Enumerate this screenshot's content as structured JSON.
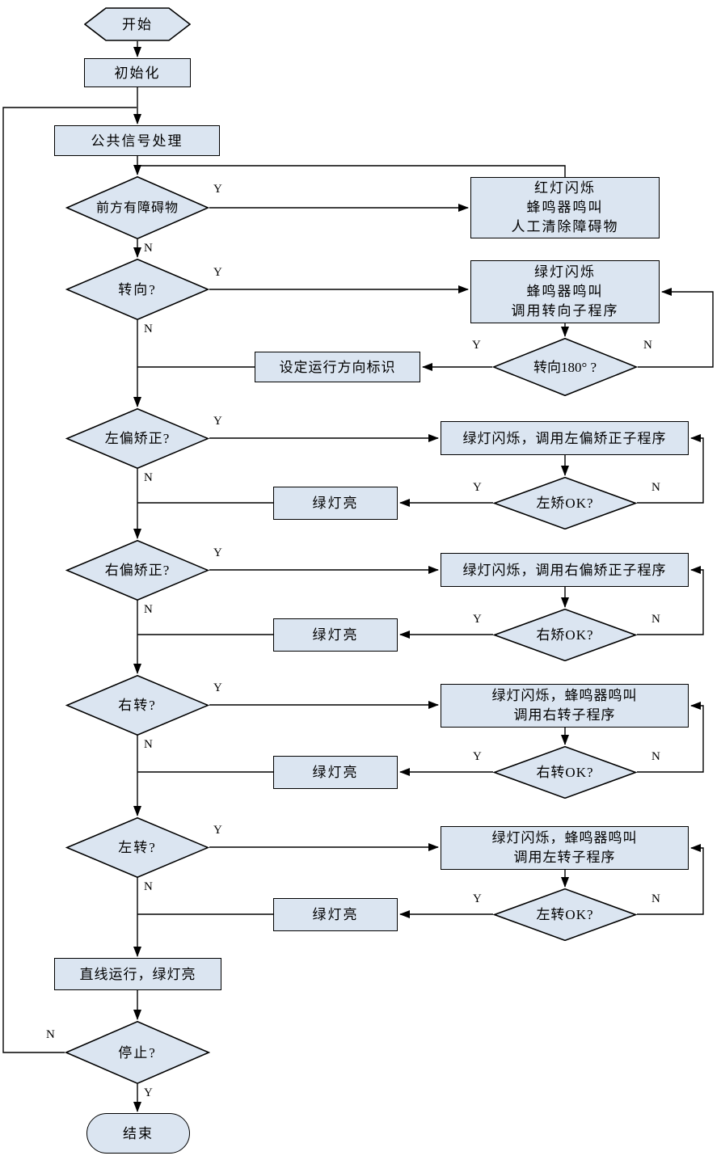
{
  "diagram_title": "robot-run-control-flowchart",
  "colors": {
    "node_fill": "#dbe5f1",
    "node_stroke": "#000000",
    "connector": "#000000",
    "text": "#000000",
    "background": "#ffffff"
  },
  "labels": {
    "yes": "Y",
    "no": "N"
  },
  "nodes": {
    "start": {
      "type": "terminator-hexagon",
      "label": "开始"
    },
    "init": {
      "type": "process",
      "label": "初始化"
    },
    "common_signal": {
      "type": "process",
      "label": "公共信号处理"
    },
    "obstacle_check": {
      "type": "decision",
      "label": "前方有障碍物"
    },
    "obstacle_action": {
      "type": "process",
      "label": "红灯闪烁\n蜂鸣器鸣叫\n人工清除障碍物"
    },
    "turn_check": {
      "type": "decision",
      "label": "转向?"
    },
    "turn_action": {
      "type": "process",
      "label": "绿灯闪烁\n蜂鸣器鸣叫\n调用转向子程序"
    },
    "turn180_check": {
      "type": "decision",
      "label": "转向180° ?"
    },
    "set_direction": {
      "type": "process",
      "label": "设定运行方向标识"
    },
    "left_dev_check": {
      "type": "decision",
      "label": "左偏矫正?"
    },
    "left_dev_action": {
      "type": "process",
      "label": "绿灯闪烁，调用左偏矫正子程序"
    },
    "left_dev_ok": {
      "type": "decision",
      "label": "左矫OK?"
    },
    "green_on_1": {
      "type": "process",
      "label": "绿灯亮"
    },
    "right_dev_check": {
      "type": "decision",
      "label": "右偏矫正?"
    },
    "right_dev_action": {
      "type": "process",
      "label": "绿灯闪烁，调用右偏矫正子程序"
    },
    "right_dev_ok": {
      "type": "decision",
      "label": "右矫OK?"
    },
    "green_on_2": {
      "type": "process",
      "label": "绿灯亮"
    },
    "right_turn_check": {
      "type": "decision",
      "label": "右转?"
    },
    "right_turn_action": {
      "type": "process",
      "label": "绿灯闪烁，蜂鸣器鸣叫\n调用右转子程序"
    },
    "right_turn_ok": {
      "type": "decision",
      "label": "右转OK?"
    },
    "green_on_3": {
      "type": "process",
      "label": "绿灯亮"
    },
    "left_turn_check": {
      "type": "decision",
      "label": "左转?"
    },
    "left_turn_action": {
      "type": "process",
      "label": "绿灯闪烁，蜂鸣器鸣叫\n调用左转子程序"
    },
    "left_turn_ok": {
      "type": "decision",
      "label": "左转OK?"
    },
    "green_on_4": {
      "type": "process",
      "label": "绿灯亮"
    },
    "straight_run": {
      "type": "process",
      "label": "直线运行，绿灯亮"
    },
    "stop_check": {
      "type": "decision",
      "label": "停止?"
    },
    "end": {
      "type": "terminator",
      "label": "结束"
    }
  }
}
